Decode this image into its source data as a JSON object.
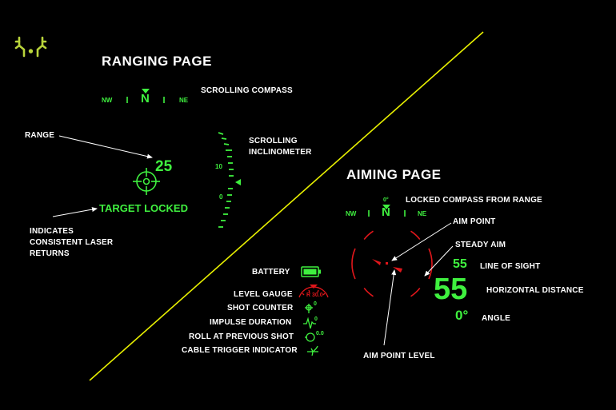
{
  "colors": {
    "background": "#000000",
    "hud_green": "#3ff03f",
    "alert_red": "#e0161b",
    "divider_yellow": "#e8f000",
    "logo_green": "#b9d43b"
  },
  "logo": {
    "icon": "antler-logo-icon"
  },
  "ranging": {
    "title": "RANGING PAGE",
    "compass": {
      "labels": [
        "NW",
        "N",
        "NE"
      ],
      "caption": "SCROLLING COMPASS"
    },
    "range_label": "RANGE",
    "range_value": "25",
    "inclinometer_caption_1": "SCROLLING",
    "inclinometer_caption_2": "INCLINOMETER",
    "inclinometer_ticks": [
      "10",
      "0"
    ],
    "target_locked": "TARGET LOCKED",
    "indicates_lines": [
      "INDICATES",
      "CONSISTENT LASER",
      "RETURNS"
    ]
  },
  "legend": {
    "battery": "BATTERY",
    "level_gauge": "LEVEL GAUGE",
    "level_gauge_readout": "R 30.0",
    "shot_counter": "SHOT COUNTER",
    "shot_counter_value": "0",
    "impulse_duration": "IMPULSE DURATION",
    "impulse_value": "0",
    "roll": "ROLL AT PREVIOUS SHOT",
    "roll_value": "0.0",
    "cable_trigger": "CABLE TRIGGER INDICATOR"
  },
  "aiming": {
    "title": "AIMING PAGE",
    "compass": {
      "labels": [
        "NW",
        "N",
        "NE"
      ],
      "locked_degree": "0°",
      "caption": "LOCKED COMPASS FROM RANGE"
    },
    "aim_point": "AIM POINT",
    "steady_aim": "STEADY AIM",
    "line_of_sight_value": "55",
    "line_of_sight_label": "LINE OF SIGHT",
    "horizontal_value": "55",
    "horizontal_label": "HORIZONTAL DISTANCE",
    "angle_value": "0°",
    "angle_label": "ANGLE",
    "aim_point_level": "AIM POINT LEVEL"
  }
}
